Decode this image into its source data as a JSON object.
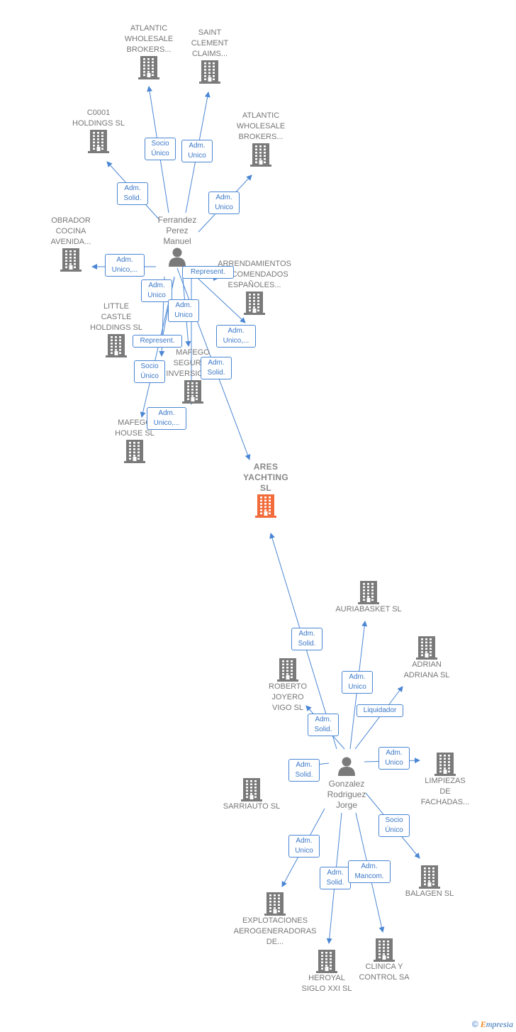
{
  "colors": {
    "edge": "#4a86d4",
    "building": "#7a7a7a",
    "focus": "#f26b3a",
    "person": "#7a7a7a"
  },
  "focus": {
    "id": "ares",
    "label": "ARES\nYACHTING\nSL"
  },
  "persons": [
    {
      "id": "p1",
      "label": "Ferrandez\nPerez\nManuel"
    },
    {
      "id": "p2",
      "label": "Gonzalez\nRodriguez\nJorge"
    }
  ],
  "companies": [
    {
      "id": "c1",
      "label": "ATLANTIC\nWHOLESALE\nBROKERS..."
    },
    {
      "id": "c2",
      "label": "SAINT\nCLEMENT\nCLAIMS..."
    },
    {
      "id": "c3",
      "label": "C0001\nHOLDINGS  SL"
    },
    {
      "id": "c4",
      "label": "ATLANTIC\nWHOLESALE\nBROKERS..."
    },
    {
      "id": "c5",
      "label": "OBRADOR\nCOCINA\nAVENIDA..."
    },
    {
      "id": "c6",
      "label": "ARRENDAMIENTOS\nRECOMENDADOS\nESPAÑOLES..."
    },
    {
      "id": "c7",
      "label": "LITTLE\nCASTLE\nHOLDINGS  SL"
    },
    {
      "id": "c8",
      "label": "MAFEGO\nSEGUROS\nINVERSIONES"
    },
    {
      "id": "c9",
      "label": "MAFEGO\nHOUSE  SL"
    },
    {
      "id": "c10",
      "label": "AURIABASKET SL"
    },
    {
      "id": "c11",
      "label": "ADRIAN\nADRIANA SL"
    },
    {
      "id": "c12",
      "label": "ROBERTO\nJOYERO\nVIGO  SL"
    },
    {
      "id": "c13",
      "label": "SARRIAUTO SL"
    },
    {
      "id": "c14",
      "label": "LIMPIEZAS\nDE\nFACHADAS..."
    },
    {
      "id": "c15",
      "label": "BALAGEN SL"
    },
    {
      "id": "c16",
      "label": "EXPLOTACIONES\nAEROGENERADORAS\nDE..."
    },
    {
      "id": "c17",
      "label": "HEROYAL\nSIGLO XXI  SL"
    },
    {
      "id": "c18",
      "label": "CLINICA Y\nCONTROL SA"
    }
  ],
  "edges": [
    {
      "id": "e1",
      "label": "Socio\nÚnico"
    },
    {
      "id": "e2",
      "label": "Adm.\nUnico"
    },
    {
      "id": "e3",
      "label": "Adm.\nSolid."
    },
    {
      "id": "e4",
      "label": "Adm.\nUnico"
    },
    {
      "id": "e5",
      "label": "Adm.\nUnico,..."
    },
    {
      "id": "e6",
      "label": "Represent."
    },
    {
      "id": "e7",
      "label": "Adm.\nUnico"
    },
    {
      "id": "e8",
      "label": "Adm.\nUnico"
    },
    {
      "id": "e9",
      "label": "Adm.\nUnico,..."
    },
    {
      "id": "e10",
      "label": "Represent."
    },
    {
      "id": "e11",
      "label": "Adm.\nSolid."
    },
    {
      "id": "e12",
      "label": "Socio\nÚnico"
    },
    {
      "id": "e13",
      "label": "Adm.\nUnico,..."
    },
    {
      "id": "e14",
      "label": "Adm.\nSolid."
    },
    {
      "id": "e15",
      "label": "Adm.\nUnico"
    },
    {
      "id": "e16",
      "label": "Liquidador"
    },
    {
      "id": "e17",
      "label": "Adm.\nSolid."
    },
    {
      "id": "e18",
      "label": "Adm.\nSolid."
    },
    {
      "id": "e19",
      "label": "Adm.\nUnico"
    },
    {
      "id": "e20",
      "label": "Socio\nÚnico"
    },
    {
      "id": "e21",
      "label": "Adm.\nUnico"
    },
    {
      "id": "e22",
      "label": "Adm.\nSolid."
    },
    {
      "id": "e23",
      "label": "Adm.\nMancom."
    }
  ],
  "footer": {
    "copyright": "©",
    "brand_first": "E",
    "brand_rest": "mpresia"
  }
}
